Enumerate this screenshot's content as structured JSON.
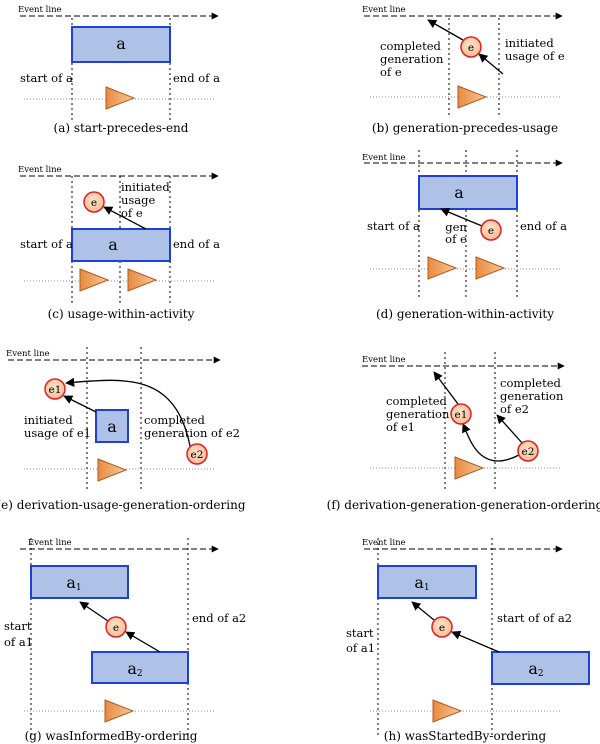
{
  "event_line_label": "Event line",
  "panels": {
    "a": {
      "caption": "(a) start-precedes-end",
      "activity": "a",
      "start_label": "start of a",
      "end_label": "end of a"
    },
    "b": {
      "caption": "(b) generation-precedes-usage",
      "entity": "e",
      "generation_label": [
        "completed",
        "generation",
        "of e"
      ],
      "usage_label": [
        "initiated",
        "usage of e"
      ]
    },
    "c": {
      "caption": "(c) usage-within-activity",
      "activity": "a",
      "entity": "e",
      "start_label": "start of a",
      "end_label": "end of a",
      "usage_label": [
        "initiated",
        "usage",
        "of e"
      ]
    },
    "d": {
      "caption": "(d) generation-within-activity",
      "activity": "a",
      "entity": "e",
      "start_label": "start of a",
      "end_label": "end of a",
      "generation_label": [
        "gen",
        "of e"
      ]
    },
    "e": {
      "caption": "(e) derivation-usage-generation-ordering",
      "activity": "a",
      "entity1": "e1",
      "entity2": "e2",
      "usage_label": [
        "initiated",
        "usage of e1"
      ],
      "generation_label": [
        "completed",
        "generation of e2"
      ]
    },
    "f": {
      "caption": "(f) derivation-generation-generation-ordering",
      "entity1": "e1",
      "entity2": "e2",
      "generation1_label": [
        "completed",
        "generation",
        "of e1"
      ],
      "generation2_label": [
        "completed",
        "generation",
        "of e2"
      ]
    },
    "g": {
      "caption": "(g) wasInformedBy-ordering",
      "activity1": "a",
      "activity1_sub": "1",
      "activity2": "a",
      "activity2_sub": "2",
      "entity": "e",
      "start_label": [
        "start",
        "of a1"
      ],
      "end_label": "end of a2"
    },
    "h": {
      "caption": "(h) wasStartedBy-ordering",
      "activity1": "a",
      "activity1_sub": "1",
      "activity2": "a",
      "activity2_sub": "2",
      "entity": "e",
      "start_label": [
        "start",
        "of a1"
      ],
      "start2_label": "start of of a2"
    }
  },
  "colors": {
    "activity_fill": "#aec2e8",
    "activity_stroke": "#1f3fd6",
    "entity_fill": "#f8c8a8",
    "entity_stroke": "#e02020",
    "triangle_fill": "#f0a060",
    "triangle_stroke": "#b05a20",
    "line": "#000000",
    "dotted": "#888888"
  }
}
